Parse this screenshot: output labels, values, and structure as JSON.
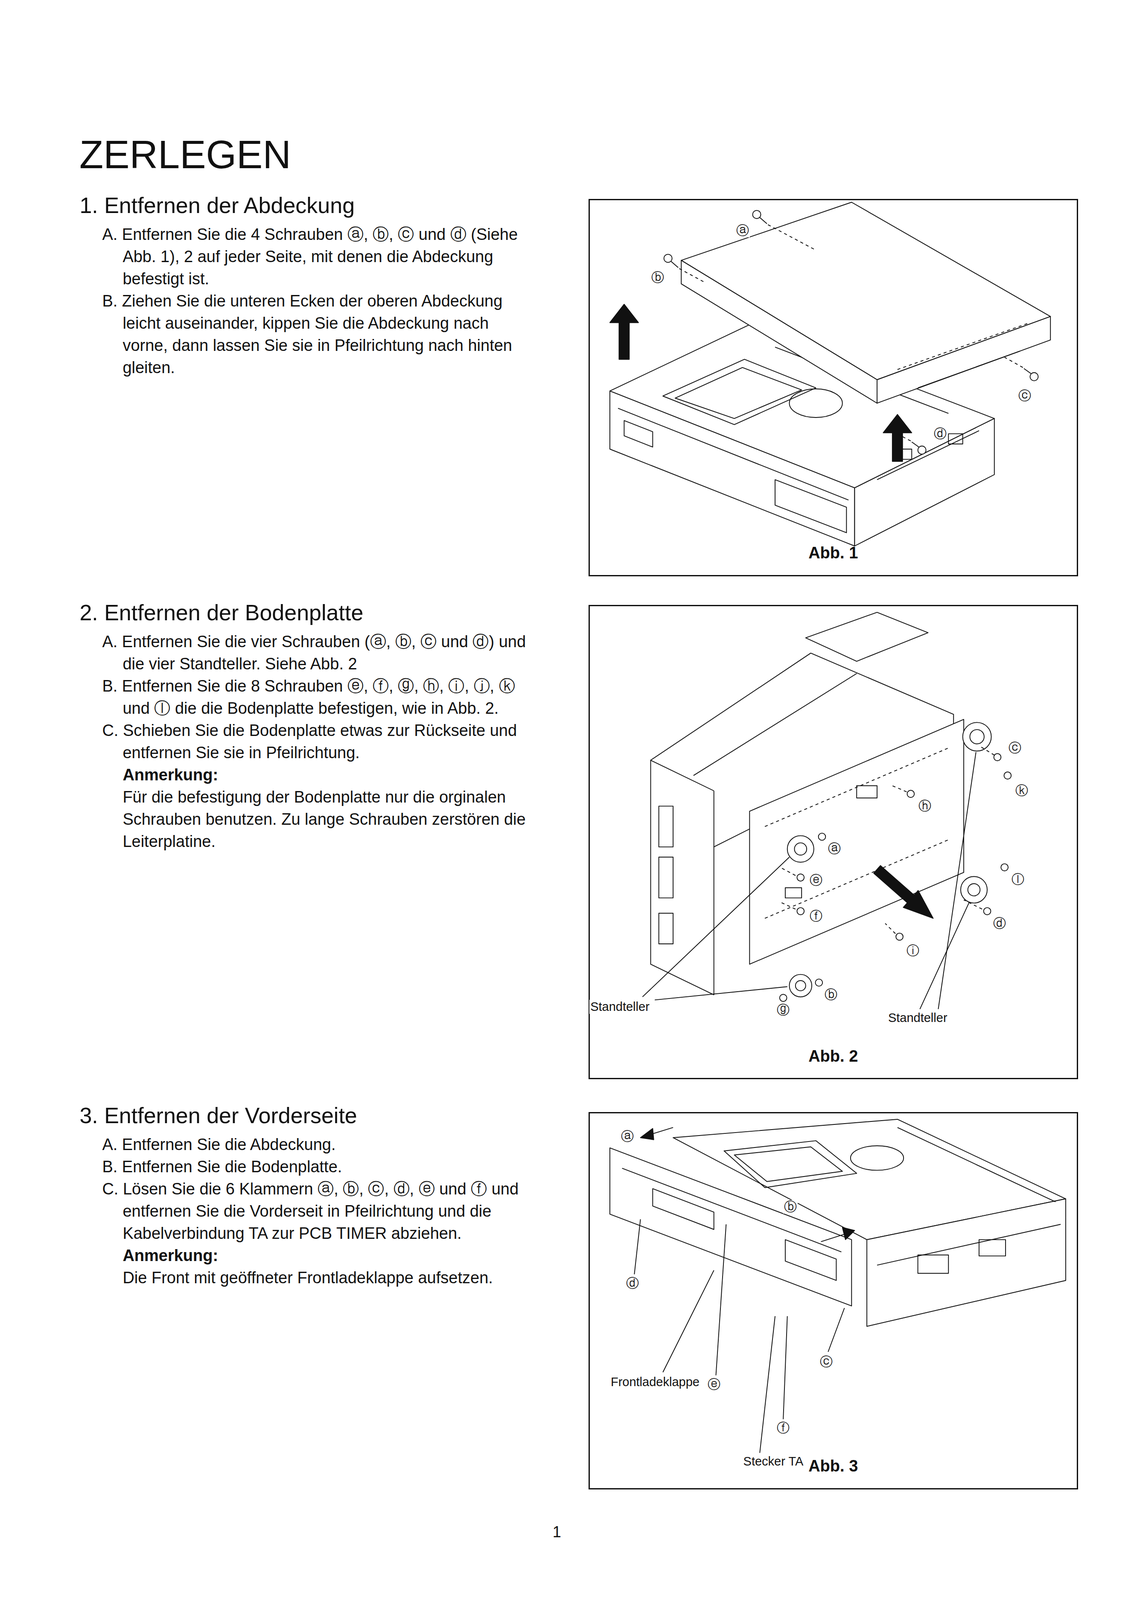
{
  "diagram": {
    "title": "ZERLEGEN",
    "nodes": [
      {
        "text": [
          "Abb. 1"
        ]
      },
      {
        "text": [
          "Abb. 2"
        ]
      },
      {
        "text": [
          "Abb. 3"
        ]
      }
    ],
    "labels": [
      "1. Entfernen der Abdeckung",
      "A. Entfernen Sie die 4 Schrauben ⓐ, ⓑ, ⓒ und ⓓ (Siehe Abb. 1), 2 auf jeder Seite, mit denen die Abdeckung befestigt ist.",
      "B. Ziehen Sie die unteren Ecken der oberen Abdeckung leicht auseinander, kippen Sie die Abdeckung nach vorne, dann lassen Sie sie in Pfeilrichtung nach hinten gleiten.",
      "2. Entfernen der Bodenplatte",
      "A. Entfernen Sie die vier Schrauben (ⓐ, ⓑ, ⓒ und ⓓ) und die vier Standteller. Siehe Abb. 2",
      "B. Entfernen Sie die 8 Schrauben ⓔ, ⓕ, ⓖ, ⓗ, ⓘ, ⓙ, ⓚ und ⓛ die die Bodenplatte befestigen, wie in Abb. 2.",
      "C. Schieben Sie die Bodenplatte etwas zur Rückseite und entfernen Sie sie in Pfeilrichtung.",
      "Anmerkung:",
      "Für die befestigung der Bodenplatte nur die orginalen Schrauben benutzen. Zu lange Schrauben zerstören die Leiterplatine.",
      "3. Entfernen der Vorderseite",
      "A. Entfernen Sie die Abdeckung.",
      "B. Entfernen Sie die Bodenplatte.",
      "C. Lösen Sie die 6 Klammern ⓐ, ⓑ, ⓒ, ⓓ, ⓔ und ⓕ und entfernen Sie die Vorderseit in Pfeilrichtung und die Kabelverbindung TA zur PCB TIMER abziehen.",
      "Anmerkung:",
      "Die Front mit geöffneter Frontladeklappe aufsetzen.",
      "ⓐ",
      "ⓑ",
      "ⓒ",
      "ⓓ",
      "ⓒ",
      "ⓚ",
      "ⓗ",
      "ⓐ",
      "ⓔ",
      "ⓛ",
      "ⓕ",
      "ⓓ",
      "ⓘ",
      "ⓑ",
      "ⓖ",
      "Standteller",
      "Standteller",
      "ⓐ",
      "ⓑ",
      "ⓒ",
      "ⓓ",
      "ⓔ",
      "ⓕ",
      "Frontladeklappe",
      "Stecker TA",
      "1"
    ]
  }
}
